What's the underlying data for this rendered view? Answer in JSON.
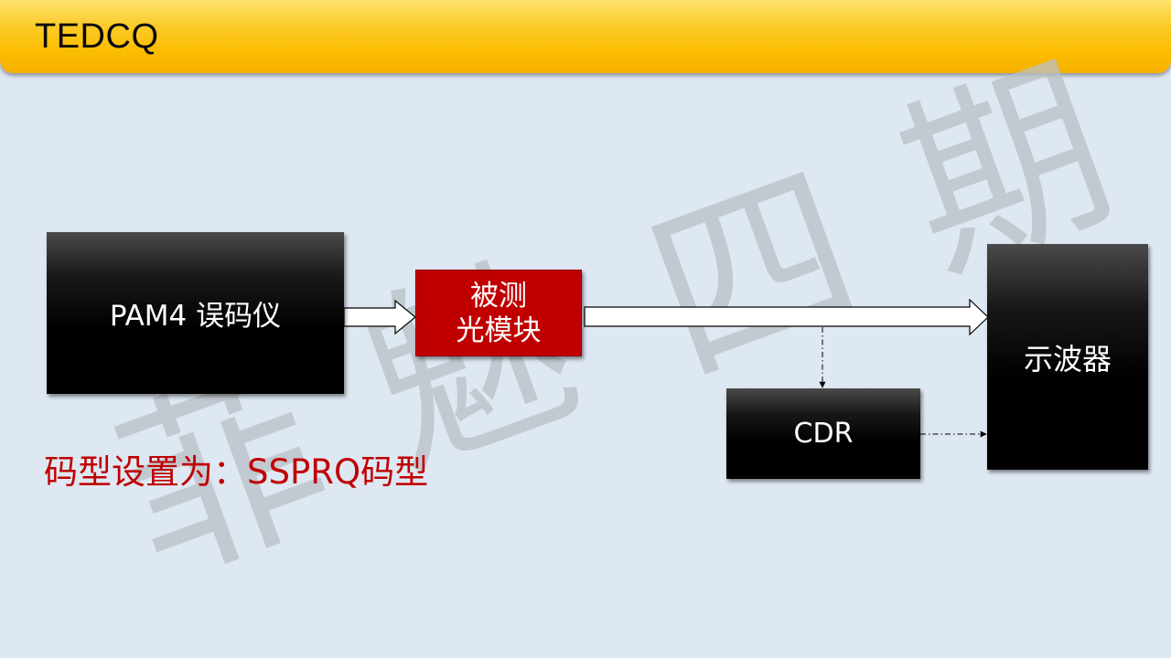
{
  "title": "TEDCQ",
  "watermark": [
    "菲",
    "魅",
    "四",
    "期"
  ],
  "blocks": {
    "ber_tester": "PAM4 误码仪",
    "dut_line1": "被测",
    "dut_line2": "光模块",
    "cdr": "CDR",
    "oscilloscope": "示波器"
  },
  "pattern_note": "码型设置为：SSPRQ码型",
  "colors": {
    "title_bar": "#fbbd00",
    "dut_block": "#c00000",
    "note_text": "#c00000",
    "block_fill": "#000000",
    "background": "#dee8f3"
  }
}
